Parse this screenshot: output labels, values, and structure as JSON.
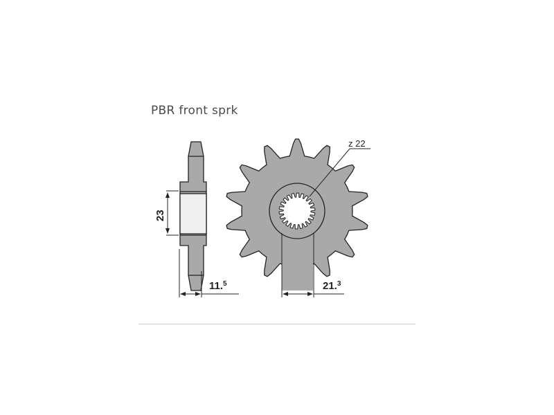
{
  "title": "PBR front sprk",
  "diagram": {
    "spline_label": "z 22",
    "bore_label": "23",
    "thickness_label_main": "11.",
    "thickness_label_sup": "5",
    "hub_label_main": "21.",
    "hub_label_sup": "3",
    "tooth_count": 14,
    "spline_count": 22,
    "fill_color": "#a9a9a9",
    "stroke_color": "#222222"
  }
}
